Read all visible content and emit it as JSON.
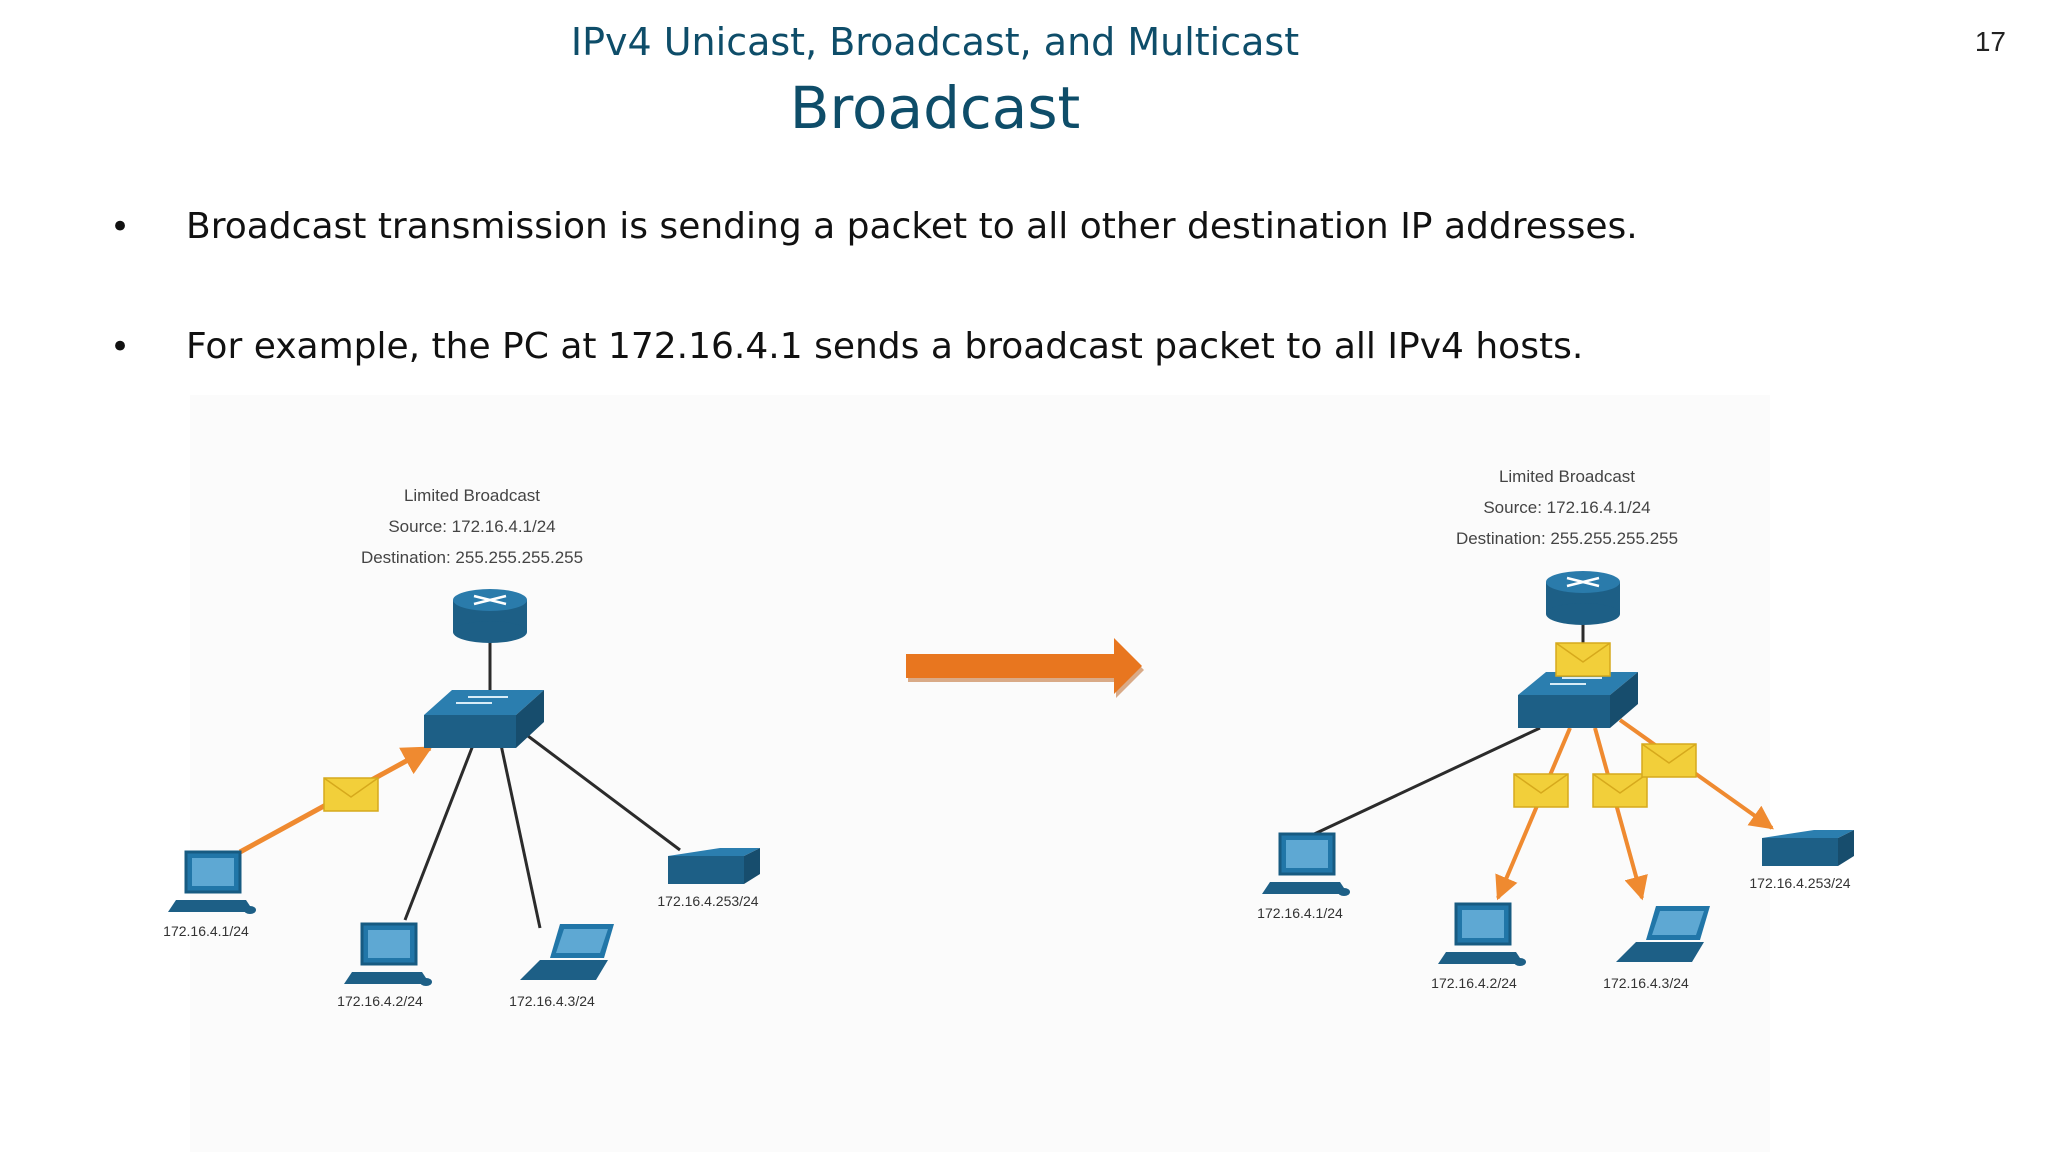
{
  "header": {
    "subtitle": "IPv4 Unicast, Broadcast, and Multicast",
    "title": "Broadcast",
    "page_number": "17"
  },
  "bullets": [
    "Broadcast transmission is sending a packet to all other destination IP addresses.",
    "For example, the PC at 172.16.4.1 sends a broadcast packet to all IPv4 hosts."
  ],
  "diagrams": {
    "left": {
      "caption_line1": "Limited Broadcast",
      "caption_line2": "Source: 172.16.4.1/24",
      "caption_line3": "Destination: 255.255.255.255",
      "hosts": [
        "172.16.4.1/24",
        "172.16.4.2/24",
        "172.16.4.3/24",
        "172.16.4.253/24"
      ]
    },
    "right": {
      "caption_line1": "Limited Broadcast",
      "caption_line2": "Source: 172.16.4.1/24",
      "caption_line3": "Destination: 255.255.255.255",
      "hosts": [
        "172.16.4.1/24",
        "172.16.4.2/24",
        "172.16.4.3/24",
        "172.16.4.253/24"
      ]
    }
  },
  "colors": {
    "title": "#0e4d69",
    "device": "#1f6f9b",
    "packet": "#f2cf3a",
    "flow": "#ef8a30",
    "arrow": "#e8761f"
  },
  "icons": {
    "router": "router-icon",
    "switch": "switch-icon",
    "pc": "desktop-pc-icon",
    "laptop": "laptop-icon",
    "printer": "printer-icon",
    "packet": "envelope-icon"
  }
}
